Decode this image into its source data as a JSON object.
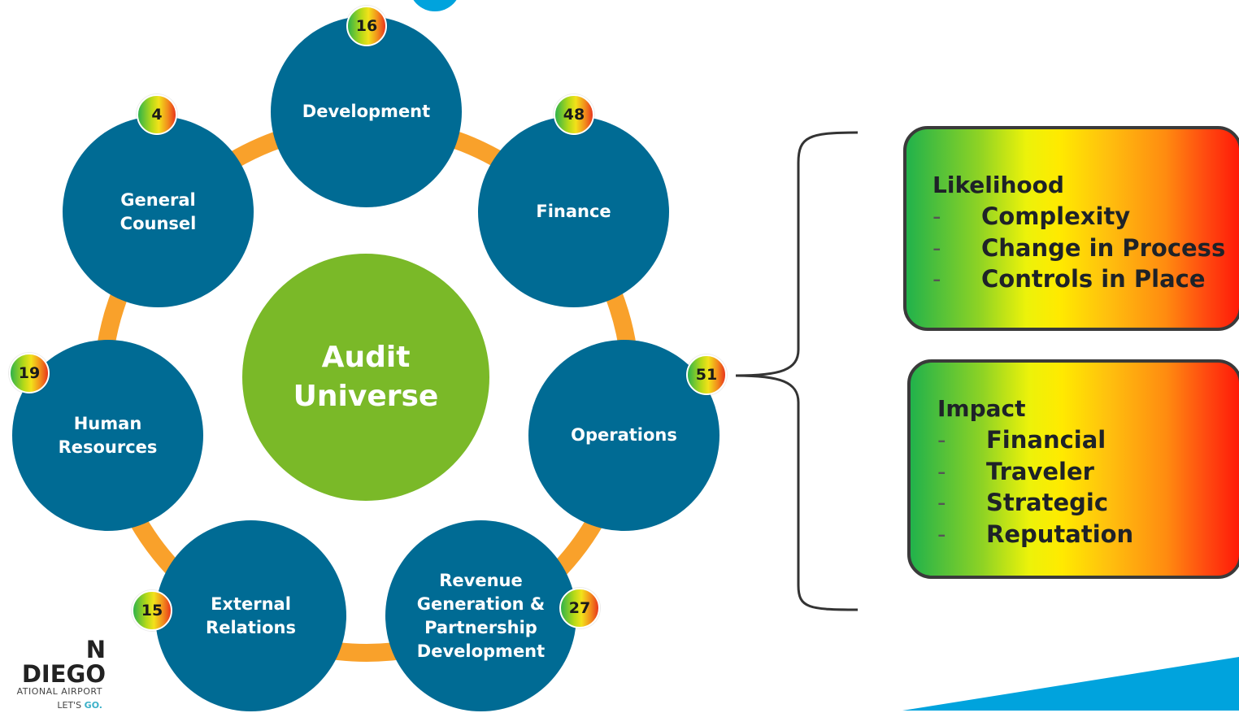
{
  "center": {
    "line1": "Audit",
    "line2": "Universe"
  },
  "departments": [
    {
      "lines": [
        "Development"
      ],
      "count": "16"
    },
    {
      "lines": [
        "Finance"
      ],
      "count": "48"
    },
    {
      "lines": [
        "Operations"
      ],
      "count": "51"
    },
    {
      "lines": [
        "Revenue",
        "Generation &",
        "Partnership",
        "Development"
      ],
      "count": "27"
    },
    {
      "lines": [
        "External",
        "Relations"
      ],
      "count": "15"
    },
    {
      "lines": [
        "Human",
        "Resources"
      ],
      "count": "19"
    },
    {
      "lines": [
        "General",
        "Counsel"
      ],
      "count": "4"
    }
  ],
  "likelihood": {
    "heading": "Likelihood",
    "items": [
      "Complexity",
      "Change in Process",
      "Controls in Place"
    ]
  },
  "impact": {
    "heading": "Impact",
    "items": [
      "Financial",
      "Traveler",
      "Strategic",
      "Reputation"
    ]
  },
  "bullet": "-",
  "logo": {
    "line1": "N DIEGO",
    "line2": "ATIONAL AIRPORT",
    "tagline_a": "LET'S ",
    "tagline_b": "GO."
  },
  "colors": {
    "node_blue": "#006b94",
    "center_green": "#7ab928",
    "ring_orange": "#f9a12b",
    "corner_blue": "#00a3dd"
  }
}
